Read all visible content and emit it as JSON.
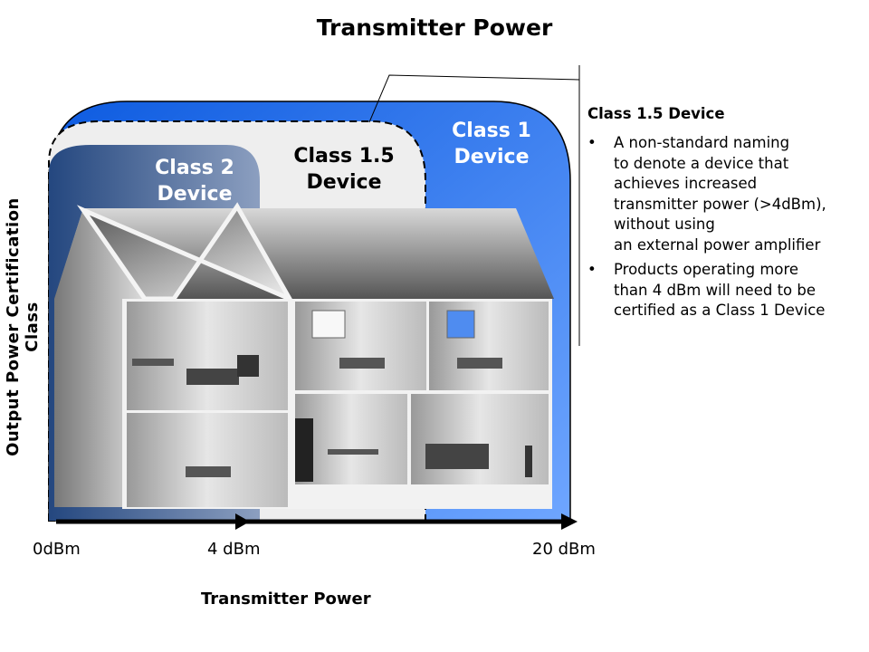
{
  "title": "Transmitter Power",
  "classes": {
    "class2": [
      "Class 2",
      "Device"
    ],
    "class15": [
      "Class 1.5",
      "Device"
    ],
    "class1": [
      "Class 1",
      "Device"
    ]
  },
  "y_axis_label": "Output Power Certification Class",
  "x_axis": {
    "label": "Transmitter Power",
    "ticks": [
      "0dBm",
      "4 dBm",
      "20 dBm"
    ]
  },
  "callout": {
    "title": "Class 1.5 Device",
    "bullet_icon": "•",
    "bullets": [
      [
        "A non-standard naming",
        "to denote a device that",
        "achieves increased",
        "transmitter power (>4dBm),",
        "without using",
        "an external power amplifier"
      ],
      [
        "Products operating more",
        "than 4 dBm will need to be",
        "certified as a Class 1 Device"
      ]
    ]
  },
  "colors": {
    "class1_blue": "#1e6ef0",
    "class2_navy": "#2d4f86",
    "class15_gray": "#eeeeee"
  }
}
